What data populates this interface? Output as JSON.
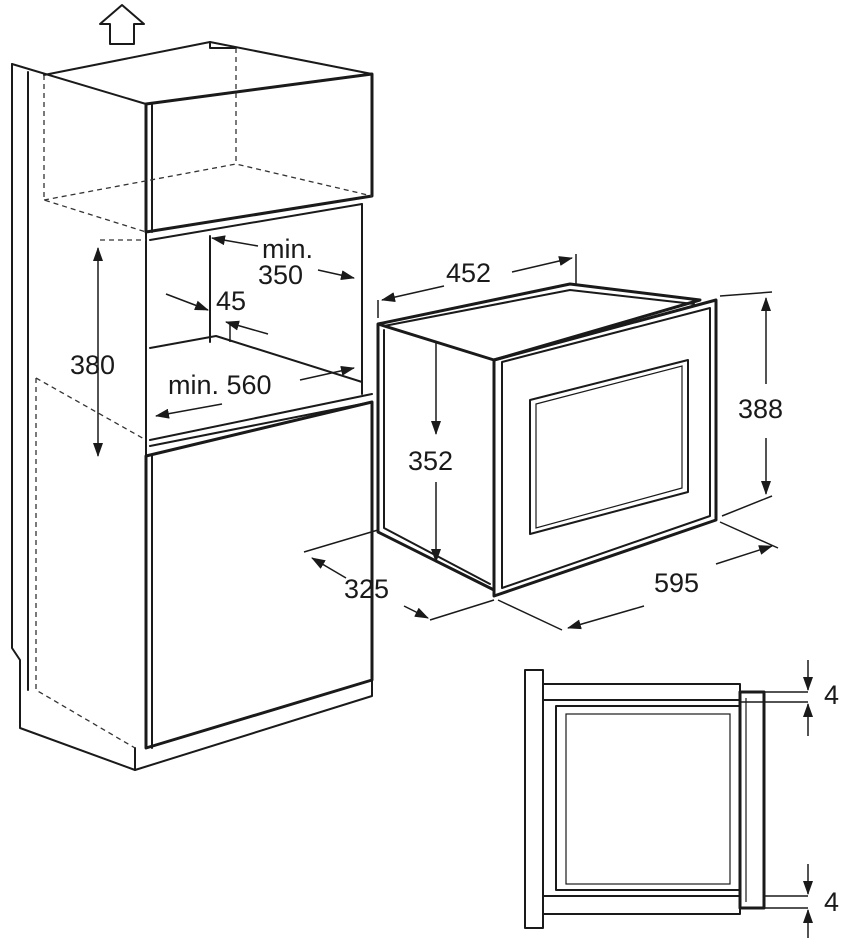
{
  "dimensions": {
    "cabinet_min_width_line1": "min.",
    "cabinet_min_width_line2": "350",
    "rear_gap": "45",
    "niche_height": "380",
    "cabinet_min_depth": "min. 560",
    "oven_depth_top": "452",
    "oven_body_height": "352",
    "oven_total_height": "388",
    "oven_side_depth": "325",
    "oven_front_width": "595",
    "gap_top": "4",
    "gap_bottom": "4"
  },
  "icons": {
    "vent_arrow": "up-arrow-icon"
  }
}
